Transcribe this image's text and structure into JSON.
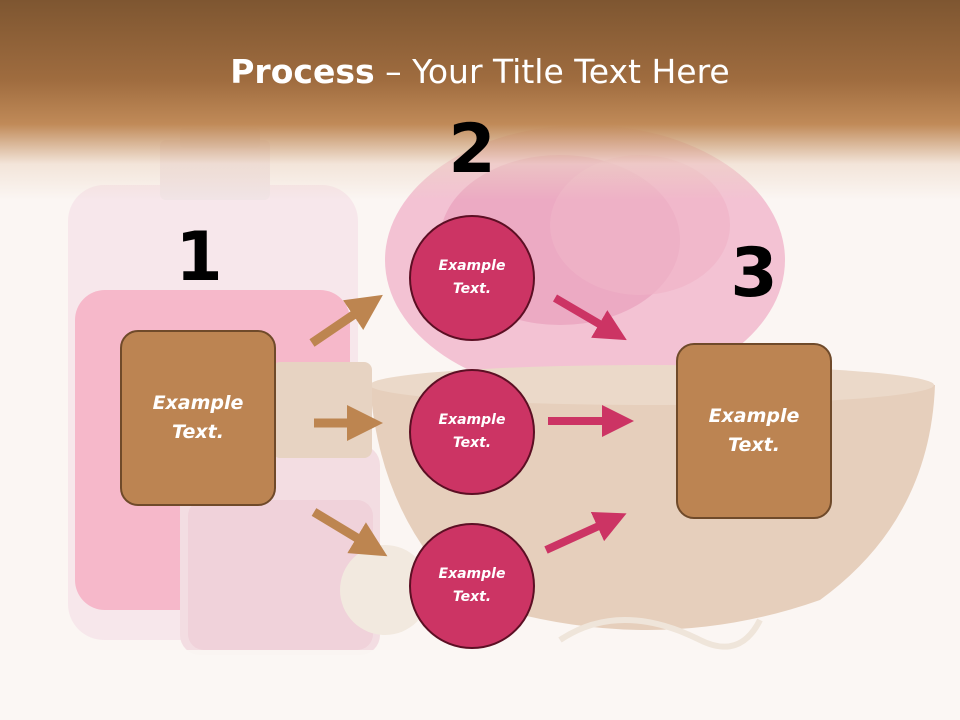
{
  "title": {
    "bold": "Process",
    "rest": " – Your Title Text Here"
  },
  "steps": {
    "one": "1",
    "two": "2",
    "three": "3"
  },
  "left_box": {
    "label": "Example\nText."
  },
  "right_box": {
    "label": "Example\nText."
  },
  "circles": [
    {
      "label": "Example\nText."
    },
    {
      "label": "Example\nText."
    },
    {
      "label": "Example\nText."
    }
  ],
  "colors": {
    "box_fill": "#bc8452",
    "circle_fill": "#cc3464",
    "brown_arrow": "#bd8550",
    "pink_arrow": "#cc3464",
    "title_band": "#9f6c3f"
  }
}
